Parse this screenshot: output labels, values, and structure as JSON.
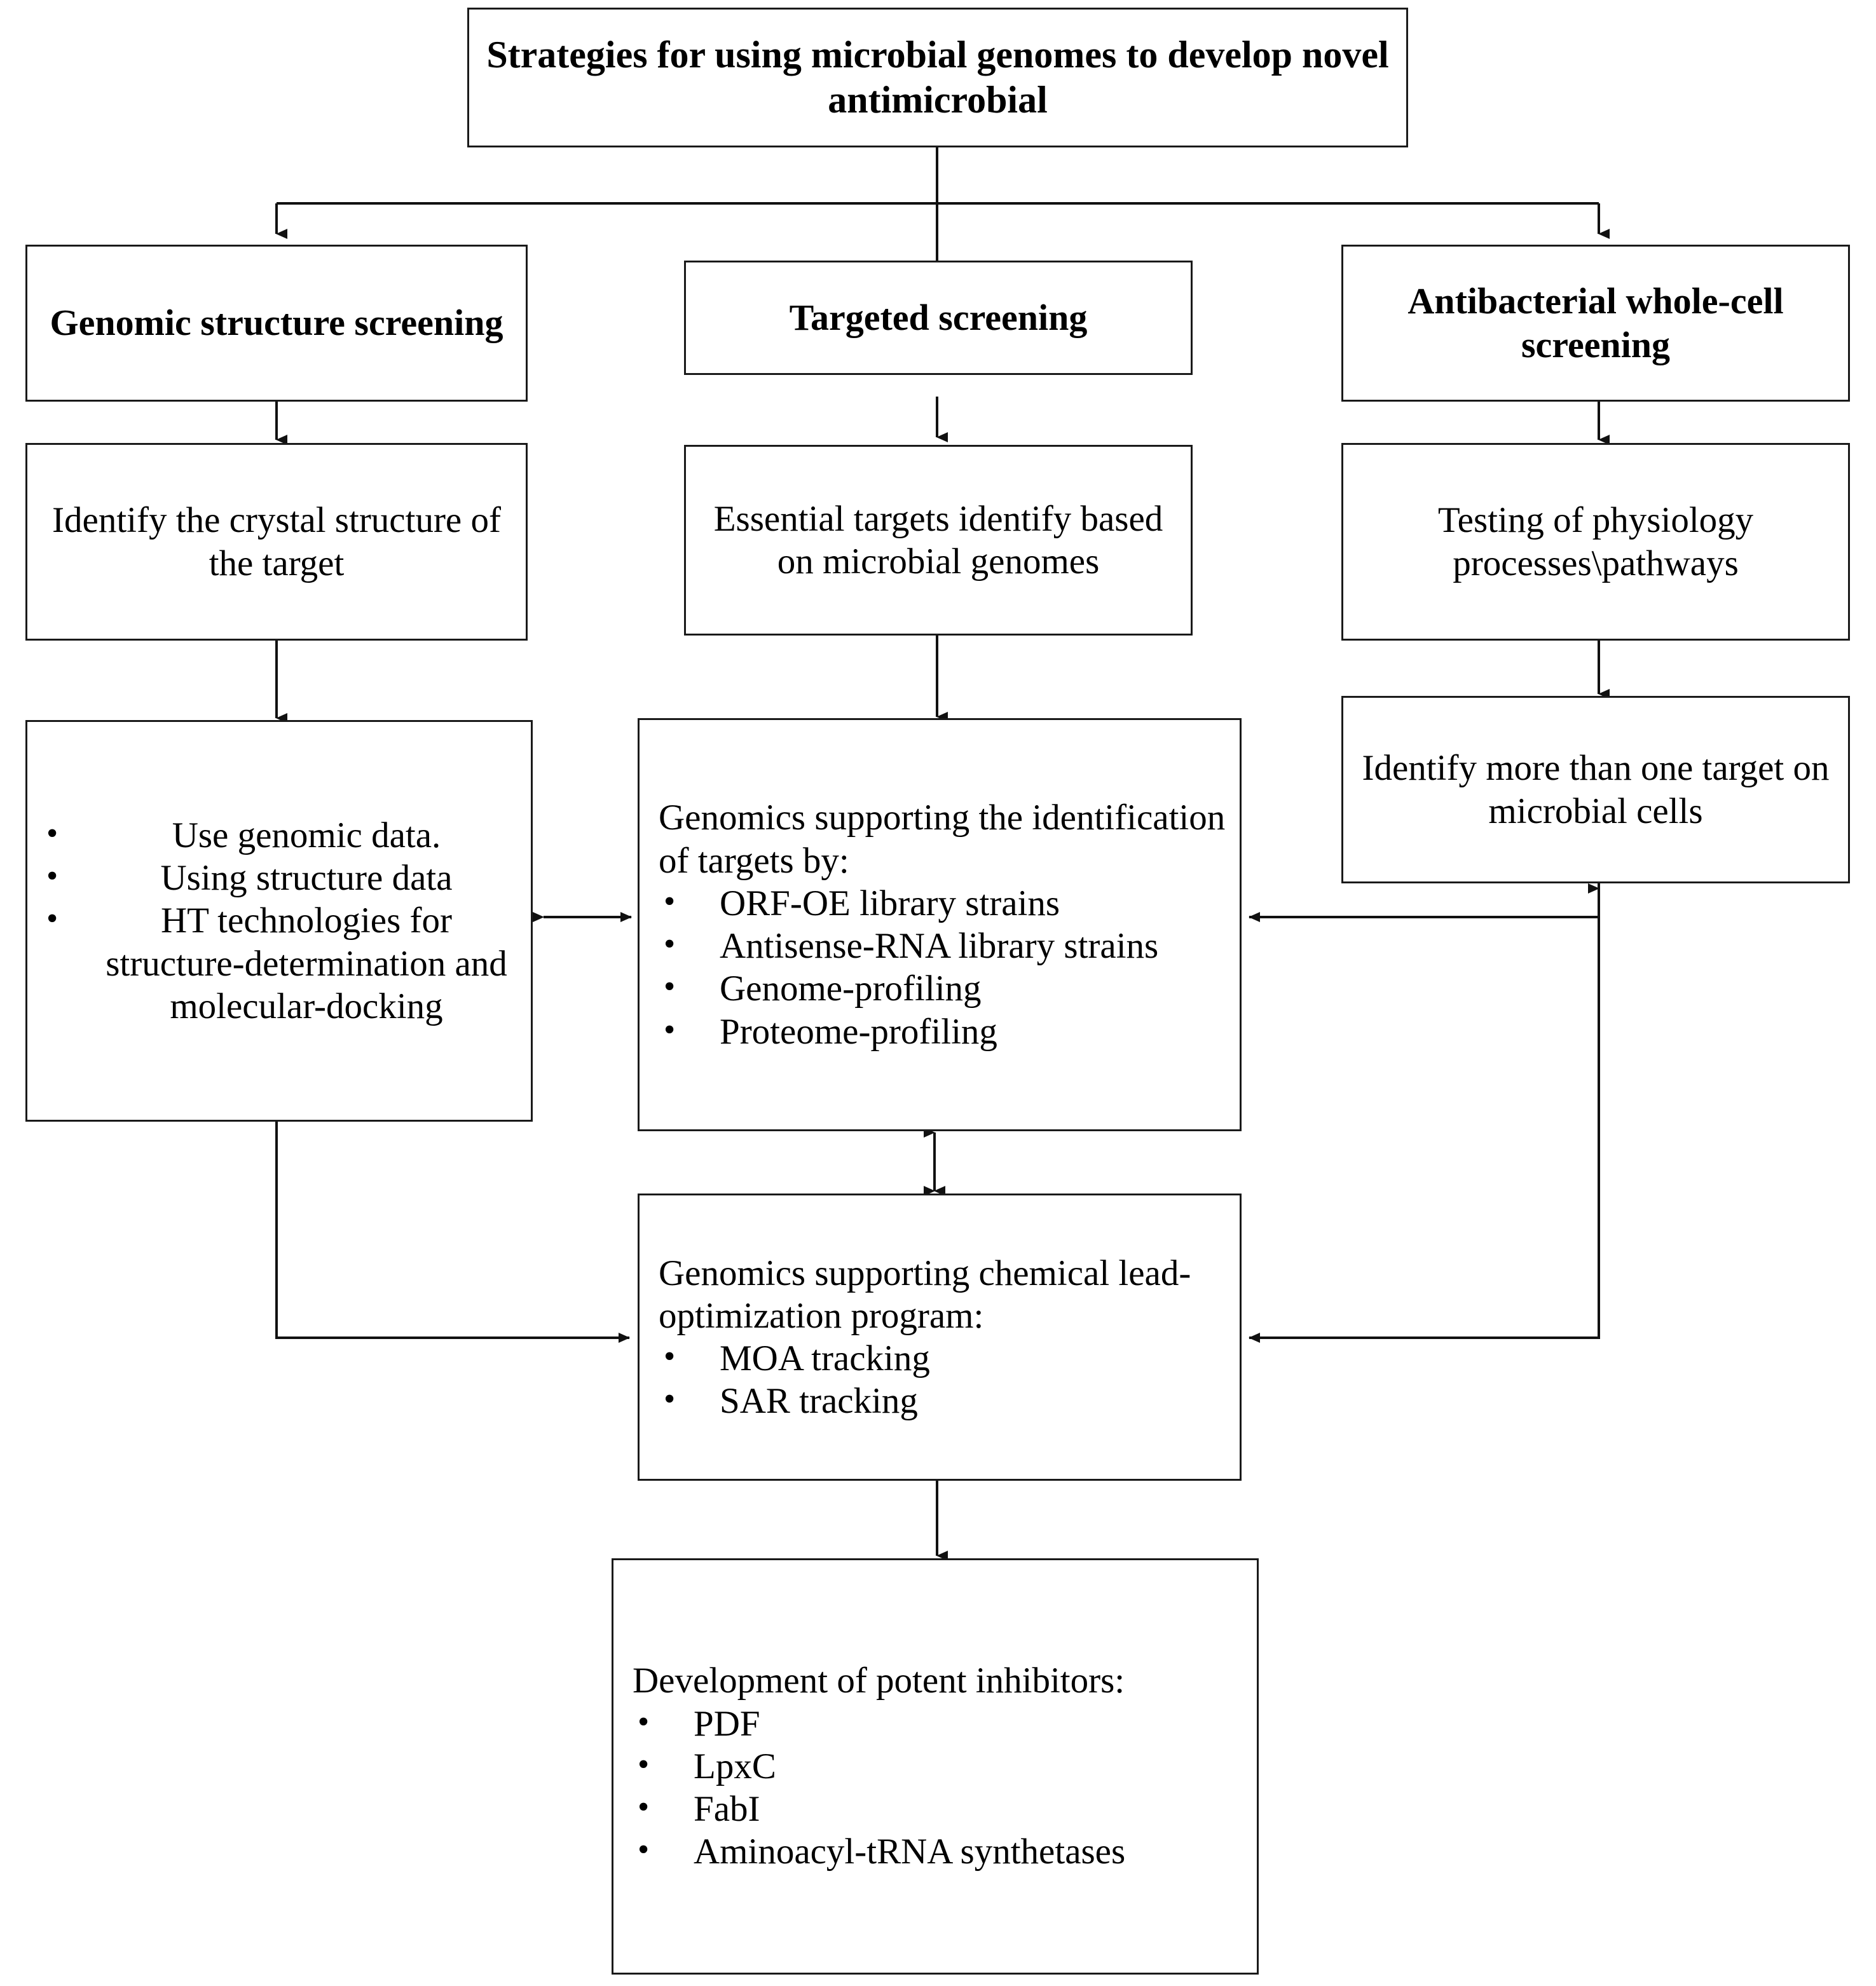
{
  "diagram": {
    "title_box": {
      "text": "Strategies for using microbial genomes to develop novel antimicrobial"
    },
    "columns": [
      {
        "heading": "Genomic structure screening",
        "step": "Identify the crystal structure of the target",
        "detail_bullets": [
          "Use genomic data.",
          "Using structure data",
          "HT technologies for structure-determination and molecular-docking"
        ]
      },
      {
        "heading": "Targeted screening",
        "step": "Essential targets identify based on microbial genomes",
        "detail_head": "Genomics supporting the identification of targets by:",
        "detail_bullets": [
          "ORF-OE library strains",
          "Antisense-RNA library strains",
          "Genome-profiling",
          "Proteome-profiling"
        ]
      },
      {
        "heading": "Antibacterial whole-cell screening",
        "step": "Testing of physiology processes\\pathways",
        "detail": "Identify more than one target on microbial cells"
      }
    ],
    "lead_box": {
      "head": "Genomics supporting chemical lead-optimization program:",
      "bullets": [
        "MOA tracking",
        "SAR tracking"
      ]
    },
    "output_box": {
      "head": "Development of potent inhibitors:",
      "bullets": [
        "PDF",
        "LpxC",
        "FabI",
        "Aminoacyl-tRNA synthetases"
      ]
    },
    "colors": {
      "stroke": "#1a1a1a",
      "background": "#ffffff",
      "text": "#000000"
    }
  }
}
